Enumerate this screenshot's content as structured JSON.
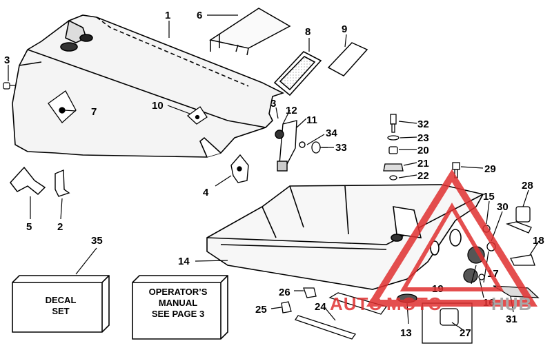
{
  "callouts": {
    "c1": "1",
    "c2": "2",
    "c3a": "3",
    "c3b": "3",
    "c4": "4",
    "c5": "5",
    "c6": "6",
    "c7": "7",
    "c8": "8",
    "c9": "9",
    "c10": "10",
    "c11": "11",
    "c12": "12",
    "c13": "13",
    "c14": "14",
    "c15": "15",
    "c16": "16",
    "c17": "17",
    "c18": "18",
    "c19": "19",
    "c20": "20",
    "c21": "21",
    "c22": "22",
    "c23": "23",
    "c24": "24",
    "c25": "25",
    "c26": "26",
    "c27": "27",
    "c28": "28",
    "c29": "29",
    "c30": "30",
    "c31": "31",
    "c32": "32",
    "c33": "33",
    "c34": "34",
    "c35": "35"
  },
  "decal_box": {
    "line1": "DECAL",
    "line2": "SET"
  },
  "manual_box": {
    "line1": "OPERATOR’S",
    "line2": "MANUAL",
    "line3": "SEE PAGE 3"
  },
  "watermark": {
    "part1": "AUTO",
    "part2": "MOTO",
    "part3": "HUB"
  },
  "colors": {
    "ink": "#000000",
    "watermark_red": "#e03030",
    "watermark_gray": "#9a9a9a"
  }
}
